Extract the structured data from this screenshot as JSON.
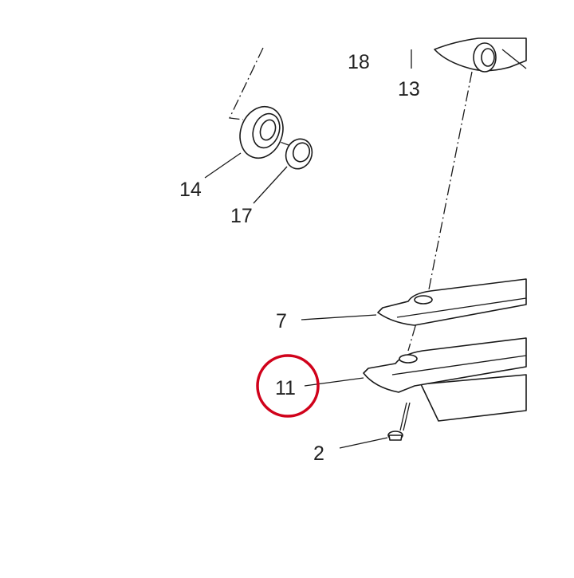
{
  "callouts": [
    {
      "id": "18",
      "label": "18"
    },
    {
      "id": "13",
      "label": "13"
    },
    {
      "id": "14",
      "label": "14"
    },
    {
      "id": "17",
      "label": "17"
    },
    {
      "id": "7",
      "label": "7"
    },
    {
      "id": "11",
      "label": "11"
    },
    {
      "id": "2",
      "label": "2"
    }
  ],
  "highlight": {
    "part": "11",
    "color": "#d0021b"
  }
}
